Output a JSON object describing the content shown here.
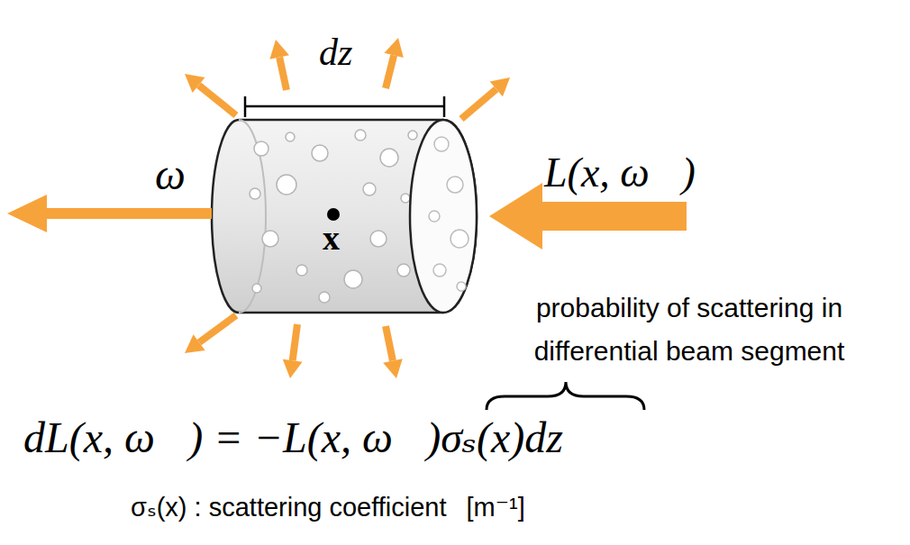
{
  "diagram": {
    "nodes": [
      {
        "text": [
          "x"
        ]
      }
    ],
    "labels": [
      "dz",
      "ω⃗",
      "L(x, ω⃗)",
      "probability of scattering in differential beam segment",
      "dL(x, ω⃗) = −L(x, ω⃗)σₛ(x)dz",
      "σₛ(x) : scattering coefficient",
      "[m⁻¹]"
    ]
  }
}
